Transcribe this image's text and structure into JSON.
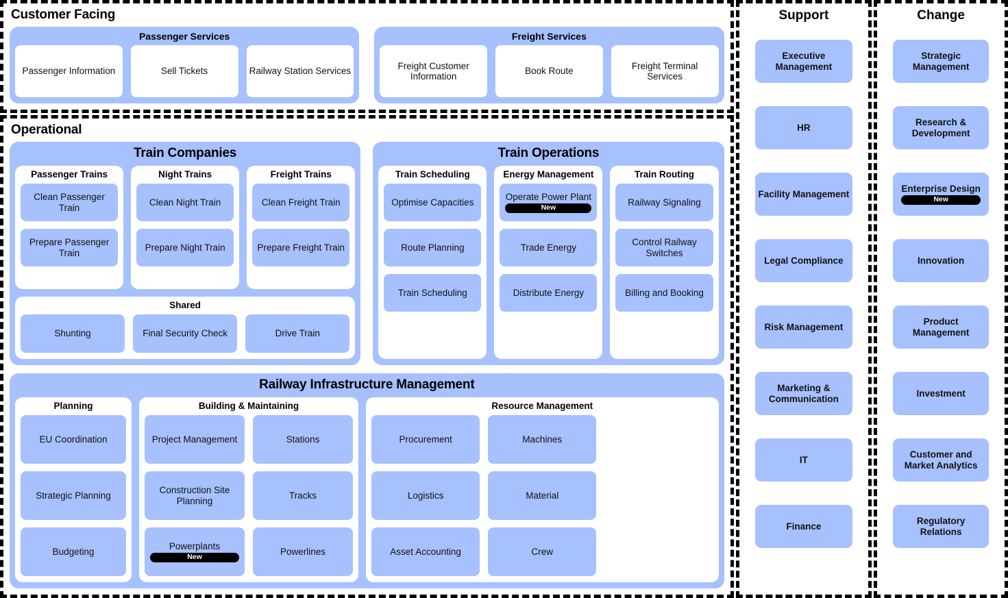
{
  "colors": {
    "capability_blue": "#A7C0FE",
    "panel_white": "#FFFFFF",
    "frame_black": "#000000",
    "badge_black": "#000000"
  },
  "badges": {
    "new_label": "New"
  },
  "customer_facing": {
    "title": "Customer Facing",
    "groups": [
      {
        "title": "Passenger Services",
        "items": [
          {
            "label": "Passenger Information"
          },
          {
            "label": "Sell Tickets"
          },
          {
            "label": "Railway Station Services"
          }
        ]
      },
      {
        "title": "Freight Services",
        "items": [
          {
            "label": "Freight Customer Information"
          },
          {
            "label": "Book Route"
          },
          {
            "label": "Freight Terminal Services"
          }
        ]
      }
    ]
  },
  "operational": {
    "title": "Operational",
    "train_companies": {
      "title": "Train Companies",
      "subgroups": [
        {
          "title": "Passenger Trains",
          "items": [
            {
              "label": "Clean Passenger Train"
            },
            {
              "label": "Prepare Passenger Train"
            }
          ]
        },
        {
          "title": "Night Trains",
          "items": [
            {
              "label": "Clean Night Train"
            },
            {
              "label": "Prepare Night Train"
            }
          ]
        },
        {
          "title": "Freight Trains",
          "items": [
            {
              "label": "Clean Freight Train"
            },
            {
              "label": "Prepare Freight Train"
            }
          ]
        }
      ],
      "shared": {
        "title": "Shared",
        "items": [
          {
            "label": "Shunting"
          },
          {
            "label": "Final Security Check"
          },
          {
            "label": "Drive Train"
          }
        ]
      }
    },
    "train_operations": {
      "title": "Train Operations",
      "subgroups": [
        {
          "title": "Train Scheduling",
          "items": [
            {
              "label": "Optimise Capacities"
            },
            {
              "label": "Route Planning"
            },
            {
              "label": "Train Scheduling"
            }
          ]
        },
        {
          "title": "Energy Management",
          "items": [
            {
              "label": "Operate Power Plant",
              "badge": "New"
            },
            {
              "label": "Trade Energy"
            },
            {
              "label": "Distribute Energy"
            }
          ]
        },
        {
          "title": "Train Routing",
          "items": [
            {
              "label": "Railway Signaling"
            },
            {
              "label": "Control Railway Switches"
            },
            {
              "label": "Billing and Booking"
            }
          ]
        }
      ]
    },
    "railway_infrastructure": {
      "title": "Railway Infrastructure Management",
      "planning": {
        "title": "Planning",
        "items": [
          {
            "label": "EU Coordination"
          },
          {
            "label": "Strategic Planning"
          },
          {
            "label": "Budgeting"
          }
        ]
      },
      "building": {
        "title": "Building & Maintaining",
        "col1": [
          {
            "label": "Project Management"
          },
          {
            "label": "Construction Site Planning"
          },
          {
            "label": "Powerplants",
            "badge": "New"
          }
        ],
        "col2": [
          {
            "label": "Stations"
          },
          {
            "label": "Tracks"
          },
          {
            "label": "Powerlines"
          }
        ]
      },
      "resource": {
        "title": "Resource Management",
        "col1": [
          {
            "label": "Procurement"
          },
          {
            "label": "Logistics"
          },
          {
            "label": "Asset Accounting"
          }
        ],
        "col2": [
          {
            "label": "Machines"
          },
          {
            "label": "Material"
          },
          {
            "label": "Crew"
          }
        ]
      }
    }
  },
  "support": {
    "title": "Support",
    "items": [
      {
        "label": "Executive Management"
      },
      {
        "label": "HR"
      },
      {
        "label": "Facility Management"
      },
      {
        "label": "Legal Compliance"
      },
      {
        "label": "Risk Management"
      },
      {
        "label": "Marketing & Communication"
      },
      {
        "label": "IT"
      },
      {
        "label": "Finance"
      }
    ]
  },
  "change": {
    "title": "Change",
    "items": [
      {
        "label": "Strategic Management"
      },
      {
        "label": "Research & Development"
      },
      {
        "label": "Enterprise Design",
        "badge": "New"
      },
      {
        "label": "Innovation"
      },
      {
        "label": "Product Management"
      },
      {
        "label": "Investment"
      },
      {
        "label": "Customer and Market Analytics"
      },
      {
        "label": "Regulatory Relations"
      }
    ]
  }
}
